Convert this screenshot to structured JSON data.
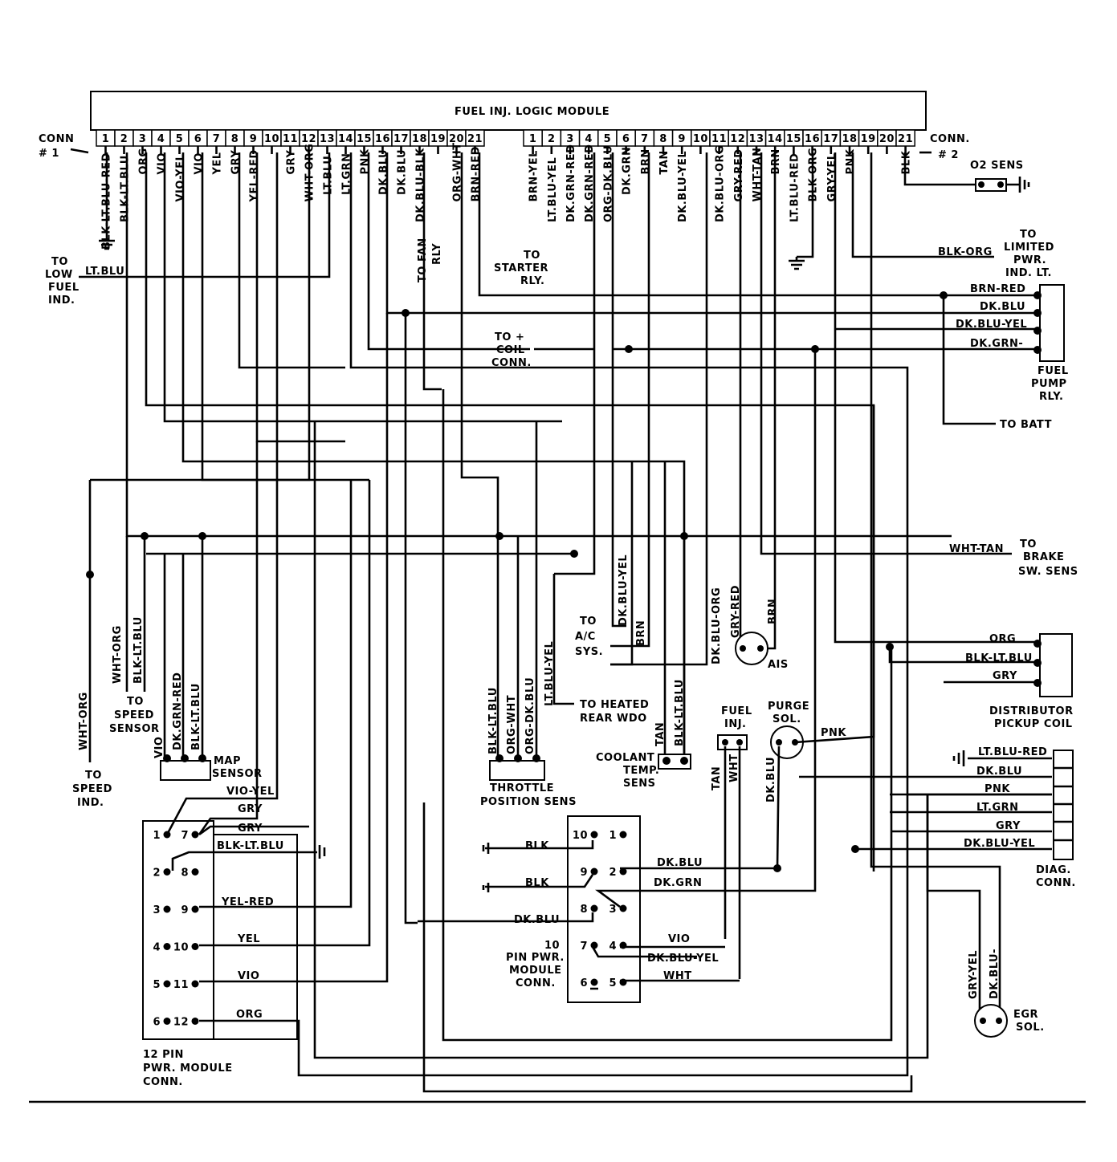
{
  "module_title": "FUEL INJ. LOGIC MODULE",
  "conn1_label": [
    "CONN",
    "# 1"
  ],
  "conn2_label": [
    "CONN.",
    "# 2"
  ],
  "conn1_pins": [
    "1",
    "2",
    "3",
    "4",
    "5",
    "6",
    "7",
    "8",
    "9",
    "10",
    "11",
    "12",
    "13",
    "14",
    "15",
    "16",
    "17",
    "18",
    "19",
    "20",
    "21"
  ],
  "conn2_pins": [
    "1",
    "2",
    "3",
    "4",
    "5",
    "6",
    "7",
    "8",
    "9",
    "10",
    "11",
    "12",
    "13",
    "14",
    "15",
    "16",
    "17",
    "18",
    "19",
    "20",
    "21"
  ],
  "conn1_wires": [
    "BLK-LT.BLU-RED",
    "BLK-LT.BLU",
    "ORG",
    "VIO",
    "VIO-YEL",
    "VIO",
    "YEL",
    "GRY",
    "YEL-RED",
    "",
    "GRY",
    "WHT-ORG",
    "LT.BLU",
    "LT.GRN",
    "PNK",
    "DK.BLU",
    "DK.BLU",
    "DK.BLU-BLK",
    "",
    "ORG-WHT",
    "BRN-RED"
  ],
  "conn2_wires": [
    "BRN-YEL",
    "LT.BLU-YEL",
    "DK.GRN-RED",
    "DK.GRN-RED",
    "ORG-DK.BLU",
    "DK.GRN",
    "BRN",
    "TAN",
    "DK.BLU-YEL",
    "",
    "DK.BLU-ORG",
    "GRY-RED",
    "WHT-TAN",
    "BRN",
    "LT.BLU-RED",
    "BLK-ORG",
    "GRY-YEL",
    "PNK",
    "",
    "",
    "BLK"
  ],
  "labels": {
    "o2_sens": "O2 SENS",
    "to_limited": [
      "TO",
      "LIMITED",
      "PWR.",
      "IND. LT."
    ],
    "blk_org": "BLK-ORG",
    "to_low_fuel": [
      "TO",
      "LOW",
      "FUEL",
      "IND."
    ],
    "lt_blu": "LT.BLU",
    "to_fan_rly": [
      "TO FAN",
      "RLY"
    ],
    "to_starter": [
      "TO",
      "STARTER",
      "RLY."
    ],
    "fuel_pump_wires": [
      "BRN-RED",
      "DK.BLU",
      "DK.BLU-YEL",
      "DK.GRN-"
    ],
    "fuel_pump_rly": [
      "FUEL",
      "PUMP",
      "RLY."
    ],
    "to_coil": [
      "TO +",
      "COIL",
      "CONN."
    ],
    "to_batt": "TO BATT",
    "wht_tan": "WHT-TAN",
    "to_brake": [
      "TO",
      "BRAKE",
      "SW. SENS"
    ],
    "speed_sensor_wires": [
      "WHT-ORG",
      "BLK-LT.BLU"
    ],
    "to_speed_sensor": [
      "TO",
      "SPEED",
      "SENSOR"
    ],
    "wht_org_ind": "WHT-ORG",
    "to_speed_ind": [
      "TO",
      "SPEED",
      "IND."
    ],
    "map_wires": [
      "VIO",
      "DK.GRN-RED",
      "BLK-LT.BLU"
    ],
    "map_sensor": [
      "MAP",
      "SENSOR"
    ],
    "ac_sys": [
      "TO",
      "A/C",
      "SYS."
    ],
    "ac_wires": [
      "DK.BLU-YEL",
      "BRN"
    ],
    "tps_wires": [
      "BLK-LT.BLU",
      "ORG-WHT",
      "ORG-DK.BLU"
    ],
    "tps_label": [
      "THROTTLE",
      "POSITION SENS"
    ],
    "lt_blu_yel": "LT.BLU-YEL",
    "to_heated": [
      "TO HEATED",
      "REAR WDO"
    ],
    "dk_blu_org": "DK.BLU-ORG",
    "ais_wires": [
      "GRY-RED",
      "BRN"
    ],
    "ais": "AIS",
    "distributor_wires": [
      "ORG",
      "BLK-LT.BLU",
      "GRY"
    ],
    "distributor": [
      "DISTRIBUTOR",
      "PICKUP COIL"
    ],
    "coolant_wires": [
      "TAN",
      "BLK-LT.BLU"
    ],
    "coolant": [
      "COOLANT",
      "TEMP.",
      "SENS"
    ],
    "fuel_inj": [
      "FUEL",
      "INJ."
    ],
    "fuel_inj_wires": [
      "TAN",
      "WHT"
    ],
    "purge": [
      "PURGE",
      "SOL."
    ],
    "purge_wires": [
      "DK.BLU",
      "PNK"
    ],
    "diag_wires": [
      "LT.BLU-RED",
      "DK.BLU",
      "PNK",
      "LT.GRN",
      "GRY",
      "DK.BLU-YEL"
    ],
    "diag_conn": [
      "DIAG.",
      "CONN."
    ],
    "egr_wires": [
      "GRY-YEL",
      "DK.BLU-"
    ],
    "egr": [
      "EGR",
      "SOL."
    ],
    "pin10_conn": [
      "10",
      "PIN PWR.",
      "MODULE",
      "CONN."
    ],
    "pin10_wires_left": [
      "BLK",
      "BLK",
      "DK.BLU"
    ],
    "pin10_wires_right": [
      "DK.BLU",
      "DK.GRN",
      "VIO",
      "DK.BLU-YEL",
      "WHT"
    ],
    "pin12_conn": [
      "12 PIN",
      "PWR. MODULE",
      "CONN."
    ],
    "pin12_wires": [
      "VIO-YEL",
      "GRY",
      "GRY",
      "BLK-LT.BLU",
      "YEL-RED",
      "YEL",
      "VIO",
      "ORG"
    ],
    "pin12_left": [
      "1",
      "2",
      "3",
      "4",
      "5",
      "6"
    ],
    "pin12_right": [
      "7",
      "8",
      "9",
      "10",
      "11",
      "12"
    ],
    "pin10_left": [
      "10",
      "9",
      "8",
      "7",
      "6"
    ],
    "pin10_right": [
      "1",
      "2",
      "3",
      "4",
      "5"
    ]
  }
}
